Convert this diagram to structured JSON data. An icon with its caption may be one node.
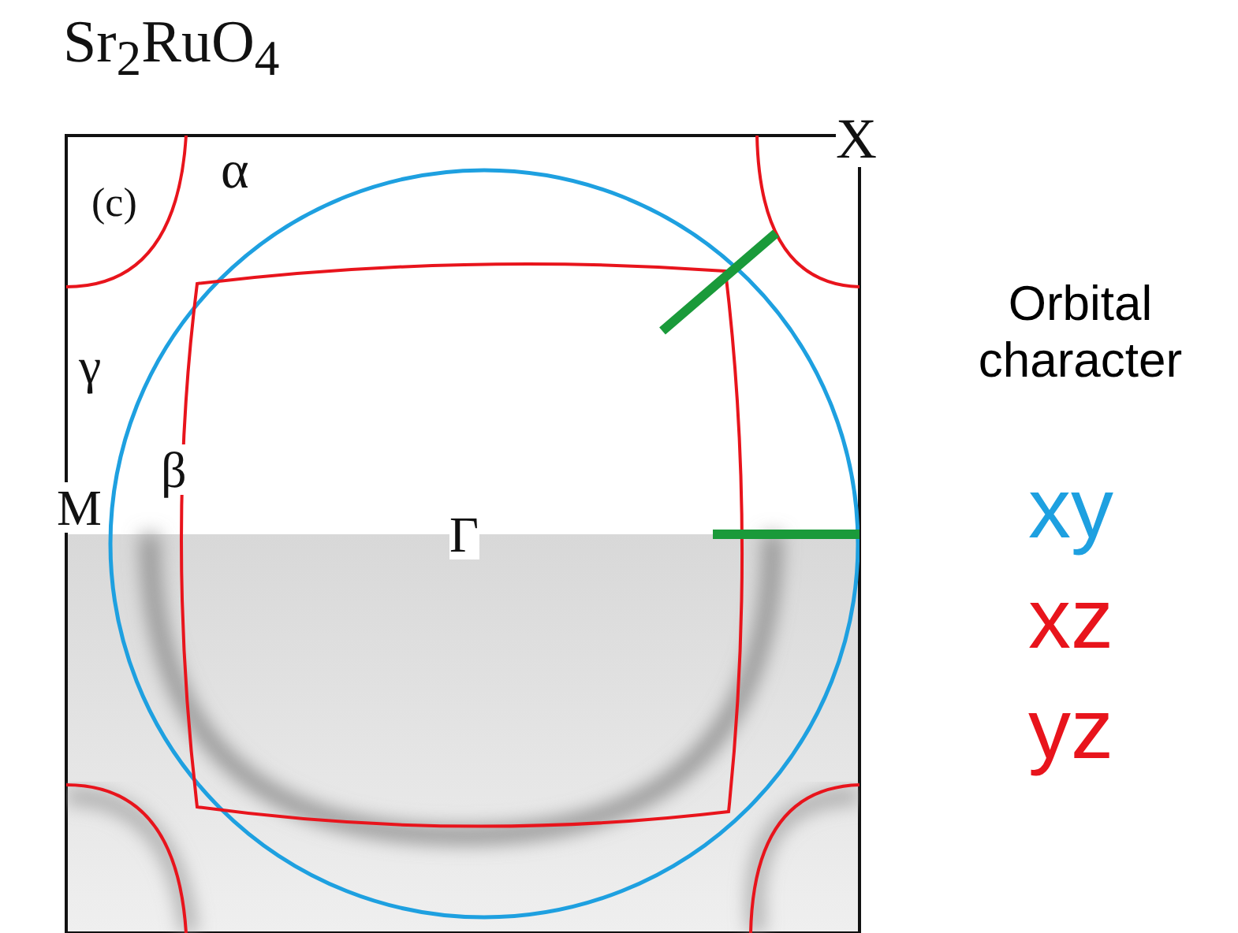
{
  "diagram": {
    "title": "Sr$_{2}$RuO$_{4}$",
    "labels": [
      "(c)",
      "α",
      "X",
      "γ",
      "β",
      "M",
      "Γ",
      "Orbital character"
    ],
    "legend": [
      {
        "text": "xy",
        "color": "#1ea0e0"
      },
      {
        "text": "xz",
        "color": "#e8141c"
      },
      {
        "text": "yz",
        "color": "#e8141c"
      }
    ]
  }
}
